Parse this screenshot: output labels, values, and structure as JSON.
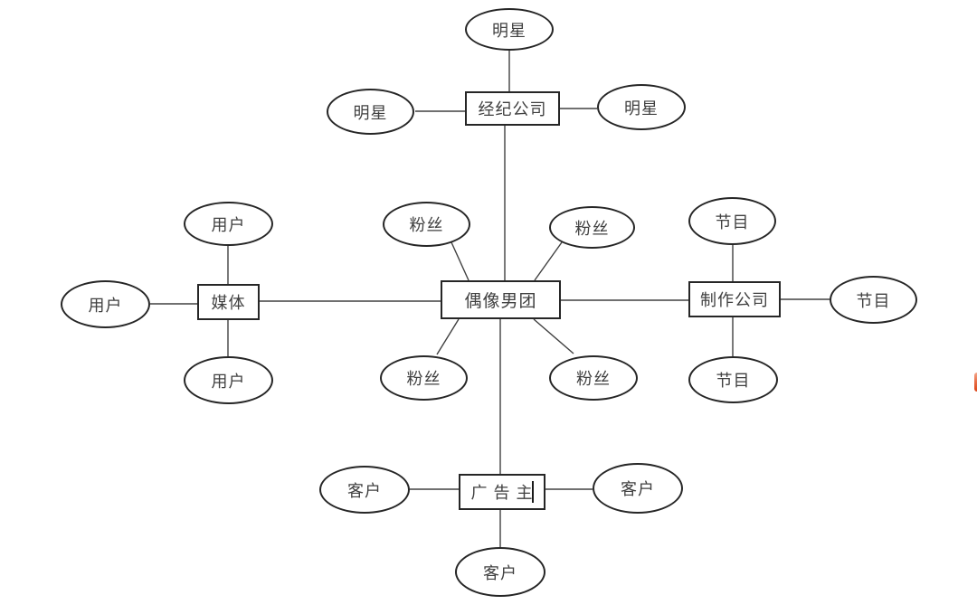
{
  "colors": {
    "background": "#ffffff",
    "connector_line": "#404040",
    "shape_border": "#262626",
    "text": "#404040",
    "edge_mark": "#dc4417"
  },
  "nodes": {
    "center": "偶像男团",
    "agency": "经纪公司",
    "media": "媒体",
    "production": "制作公司",
    "advertiser": "广 告 主",
    "stars": [
      "明星",
      "明星",
      "明星"
    ],
    "fans": [
      "粉丝",
      "粉丝",
      "粉丝",
      "粉丝"
    ],
    "users": [
      "用户",
      "用户",
      "用户"
    ],
    "programs": [
      "节目",
      "节目",
      "节目"
    ],
    "clients": [
      "客户",
      "客户",
      "客户"
    ]
  }
}
